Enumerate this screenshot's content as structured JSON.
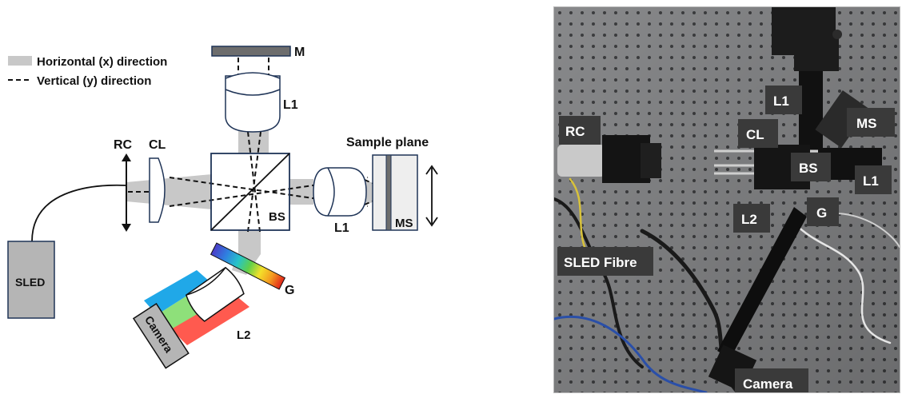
{
  "legend": {
    "horizontal": "Horizontal (x) direction",
    "vertical": "Vertical (y) direction"
  },
  "schematic": {
    "mirror": "M",
    "lens_top": "L1",
    "reference_component": "RC",
    "cylindrical_lens": "CL",
    "sample_plane": "Sample plane",
    "beam_splitter": "BS",
    "lens_right": "L1",
    "motorized_stage": "MS",
    "source": "SLED",
    "grating": "G",
    "camera": "Camera",
    "lens_l2": "L2"
  },
  "photo": {
    "rc": "RC",
    "l1_top": "L1",
    "ms": "MS",
    "cl": "CL",
    "bs": "BS",
    "l1_right": "L1",
    "l2": "L2",
    "g": "G",
    "sled_fibre": "SLED Fibre",
    "camera": "Camera"
  },
  "colors": {
    "beam": "#c8c8c8",
    "component_border": "#1f3457",
    "sled_fill": "#b5b5b5",
    "mirror_fill": "#6d6d6d",
    "spectrum_red": "#ff5a4f",
    "spectrum_green": "#8ee07a",
    "spectrum_blue": "#20a8e8",
    "photo_bg": "#8f9092",
    "label_bg": "#3a3a3a"
  }
}
